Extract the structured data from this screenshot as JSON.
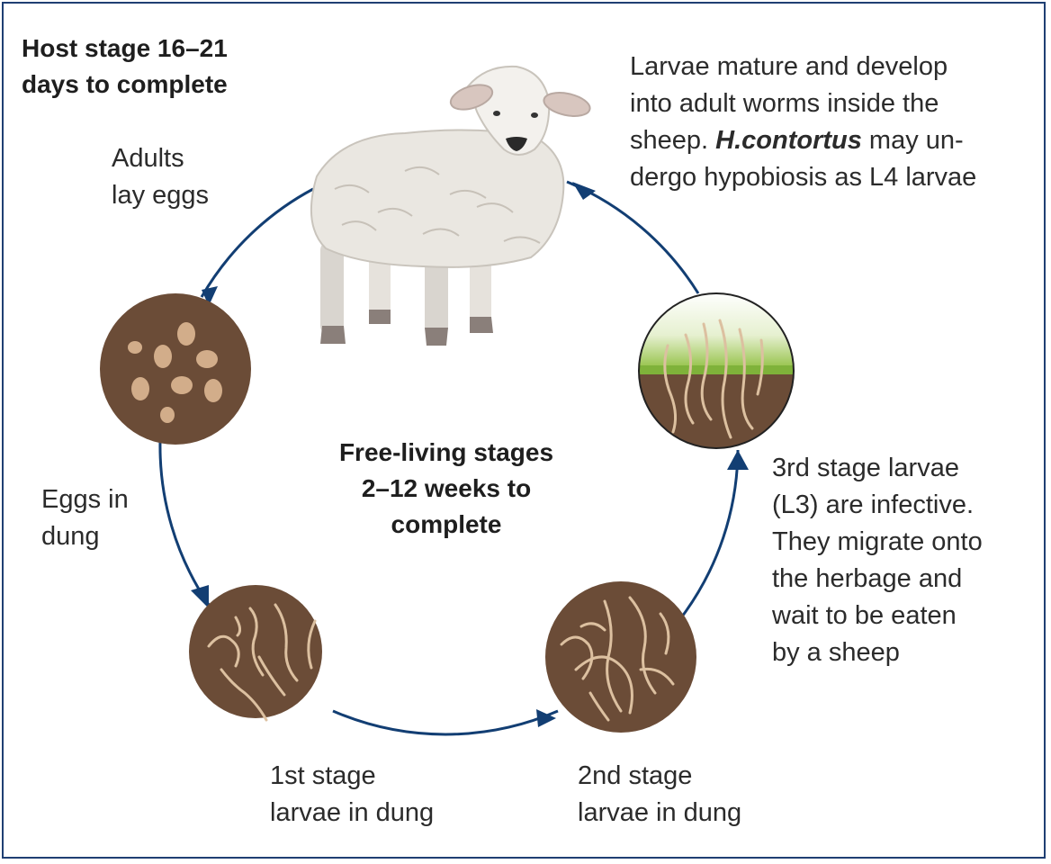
{
  "host_stage": {
    "line1": "Host stage 16–21",
    "line2": "days to complete"
  },
  "free_living": {
    "line1": "Free-living stages",
    "line2": "2–12 weeks to",
    "line3": "complete"
  },
  "mature": {
    "line1": "Larvae mature and develop",
    "line2": "into adult worms inside the",
    "line3_species": "H.contortus",
    "line3_rest": " may un-",
    "line3_prefix": "sheep. ",
    "line4": "dergo hypobiosis as L4 larvae"
  },
  "adults": {
    "line1": "Adults",
    "line2": "lay eggs"
  },
  "eggs": {
    "line1": "Eggs in",
    "line2": "dung"
  },
  "l1": {
    "line1": "1st stage",
    "line2": "larvae in dung"
  },
  "l2": {
    "line1": "2nd stage",
    "line2": "larvae in dung"
  },
  "l3": {
    "line1": "3rd stage larvae",
    "line2": "(L3) are infective.",
    "line3": "They migrate onto",
    "line4": "the herbage and",
    "line5": "wait to be eaten",
    "line6": "by a sheep"
  },
  "colors": {
    "cycle_line": "#123e73",
    "dung": "#6b4c37",
    "egg": "#d2ad8a",
    "larva": "#dcc0a0",
    "grass": "#8fbf3f",
    "sky": "#ffffff",
    "frame": "#1f3f73"
  },
  "icons": {
    "sheep": "sheep-illustration",
    "eggs_circle": "eggs-in-dung-icon",
    "l1_circle": "first-stage-larvae-icon",
    "l2_circle": "second-stage-larvae-icon",
    "l3_circle": "infective-larvae-on-herbage-icon"
  }
}
